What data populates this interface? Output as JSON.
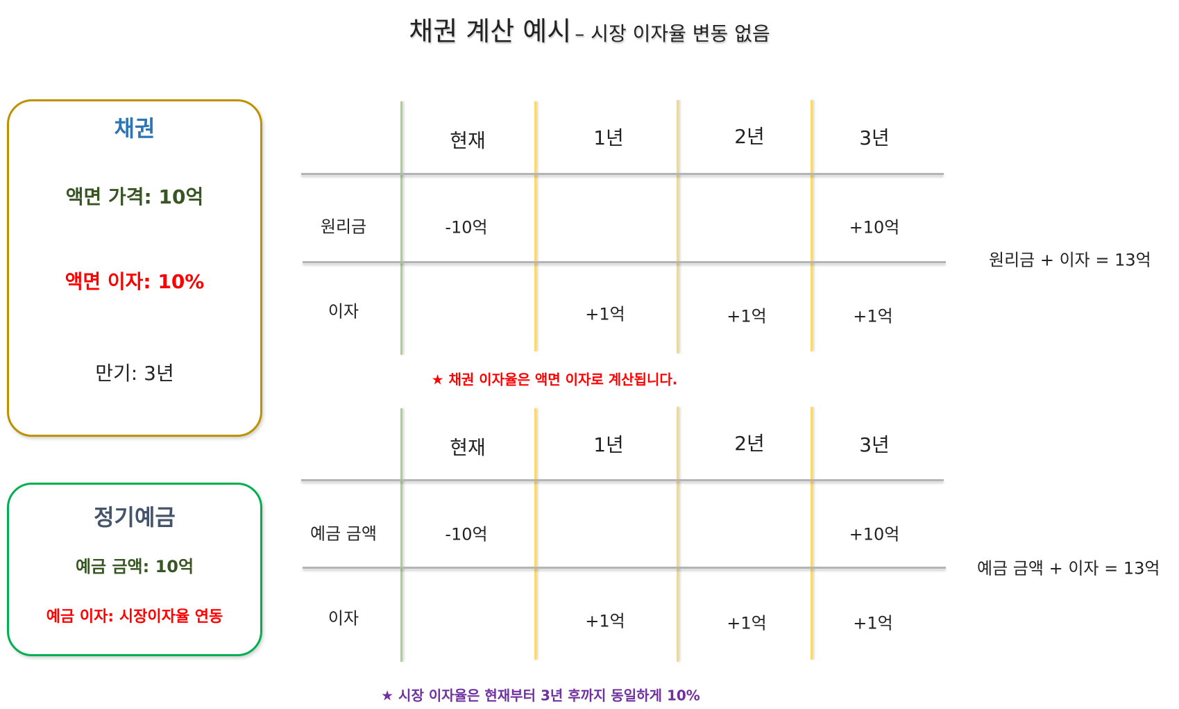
{
  "title": {
    "main": "채권 계산 예시",
    "sub": "– 시장 이자율 변동 없음"
  },
  "bond_box": {
    "heading": "채권",
    "face_value": "액면 가격: 10억",
    "coupon": "액면 이자: 10%",
    "maturity": "만기: 3년"
  },
  "deposit_box": {
    "heading": "정기예금",
    "amount": "예금 금액: 10억",
    "rate": "예금 이자: 시장이자율 연동"
  },
  "bond_table": {
    "headers": [
      "현재",
      "1년",
      "2년",
      "3년"
    ],
    "rows": [
      {
        "label": "원리금",
        "cells": [
          "-10억",
          "",
          "",
          "+10억"
        ]
      },
      {
        "label": "이자",
        "cells": [
          "",
          "+1억",
          "+1억",
          "+1억"
        ]
      }
    ],
    "sum": "원리금 + 이자 = 13억",
    "note": "★ 채권 이자율은 액면 이자로 계산됩니다."
  },
  "deposit_table": {
    "headers": [
      "현재",
      "1년",
      "2년",
      "3년"
    ],
    "rows": [
      {
        "label": "예금 금액",
        "cells": [
          "-10억",
          "",
          "",
          "+10억"
        ]
      },
      {
        "label": "이자",
        "cells": [
          "",
          "+1억",
          "+1억",
          "+1억"
        ]
      }
    ],
    "sum": "예금 금액 + 이자 = 13억",
    "note": "★ 시장 이자율은 현재부터 3년 후까지 동일하게 10%"
  },
  "colors": {
    "bond_border": "#bf9000",
    "deposit_border": "#00b050",
    "heading_blue": "#2e75b6",
    "heading_slate": "#44546a",
    "dark_green": "#375623",
    "red": "#ff0000",
    "purple": "#7030a0",
    "first_divider": "#a9d18e",
    "year_divider": "#ffd966"
  }
}
